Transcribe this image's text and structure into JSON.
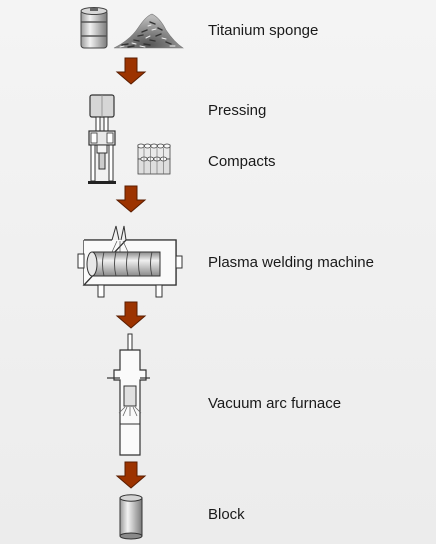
{
  "process_flow": {
    "steps": [
      {
        "label": "Titanium sponge",
        "icon": "titanium-sponge-icon"
      },
      {
        "label": "Pressing",
        "icon": "press-icon"
      },
      {
        "label": "Compacts",
        "icon": "compacts-icon"
      },
      {
        "label": "Plasma welding machine",
        "icon": "plasma-welding-machine-icon"
      },
      {
        "label": "Vacuum arc furnace",
        "icon": "vacuum-arc-furnace-icon"
      },
      {
        "label": "Block",
        "icon": "block-icon"
      }
    ],
    "arrow_color": "#9c3300",
    "arrow_outline_color": "#5a1d00"
  }
}
